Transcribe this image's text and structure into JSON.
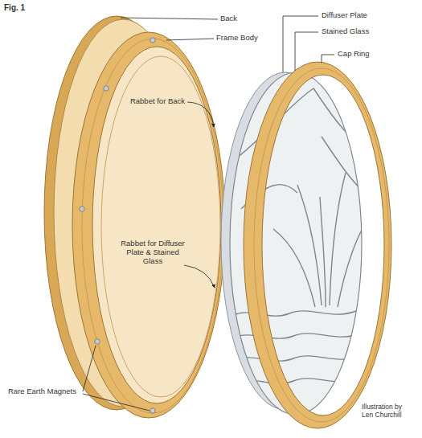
{
  "diagram": {
    "labels": [
      "Fig. 1",
      "Back",
      "Frame Body",
      "Diffuser Plate",
      "Stained Glass",
      "Cap Ring",
      "Rabbet for Back",
      "Rabbet for Diffuser Plate & Stained Glass",
      "Rare Earth Magnets",
      "Illustration by Len Churchill"
    ]
  }
}
